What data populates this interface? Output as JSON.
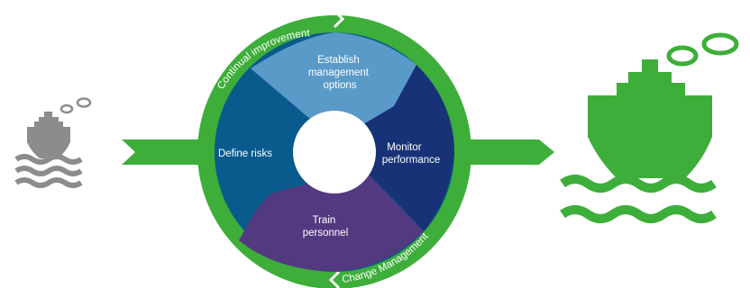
{
  "colors": {
    "green": "#3dae3a",
    "grey": "#8c8c8c",
    "segment_top": "#5a9ac8",
    "segment_left": "#085b8c",
    "segment_right": "#173277",
    "segment_bottom": "#533980",
    "center": "#ffffff"
  },
  "ring_labels": {
    "top": "Continual improvement",
    "bottom": "Change Management"
  },
  "segments": {
    "top": [
      "Establish",
      "management",
      "options"
    ],
    "left": [
      "Define risks"
    ],
    "right": [
      "Monitor",
      "performance"
    ],
    "bottom": [
      "Train",
      "personnel"
    ]
  },
  "icons": {
    "start": "ship-icon",
    "end": "ship-icon"
  }
}
